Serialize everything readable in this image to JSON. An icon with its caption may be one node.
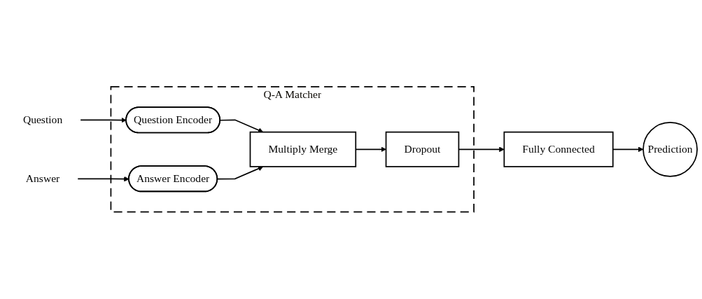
{
  "diagram": {
    "nodes": [
      {
        "text": [
          "Q-A Matcher"
        ]
      },
      {
        "text": [
          "Question"
        ]
      },
      {
        "text": [
          "Question Encoder"
        ],
        "in": 0
      },
      {
        "text": [
          "Answer"
        ]
      },
      {
        "text": [
          "Answer Encoder"
        ],
        "in": 0
      },
      {
        "text": [
          "Multiply Merge"
        ],
        "in": 0
      },
      {
        "text": [
          "Dropout"
        ],
        "in": 0
      },
      {
        "text": [
          "Fully Connected"
        ]
      },
      {
        "text": [
          "Prediction"
        ]
      }
    ],
    "edges": [
      {
        "from": 1,
        "to": 2,
        "arrow": "to"
      },
      {
        "from": 3,
        "to": 4,
        "arrow": "to"
      },
      {
        "from": 2,
        "to": 5,
        "arrow": "to"
      },
      {
        "from": 4,
        "to": 5,
        "arrow": "to"
      },
      {
        "from": 5,
        "to": 6,
        "arrow": "to"
      },
      {
        "from": 6,
        "to": 7,
        "arrow": "to"
      },
      {
        "from": 7,
        "to": 8,
        "arrow": "to"
      }
    ]
  }
}
